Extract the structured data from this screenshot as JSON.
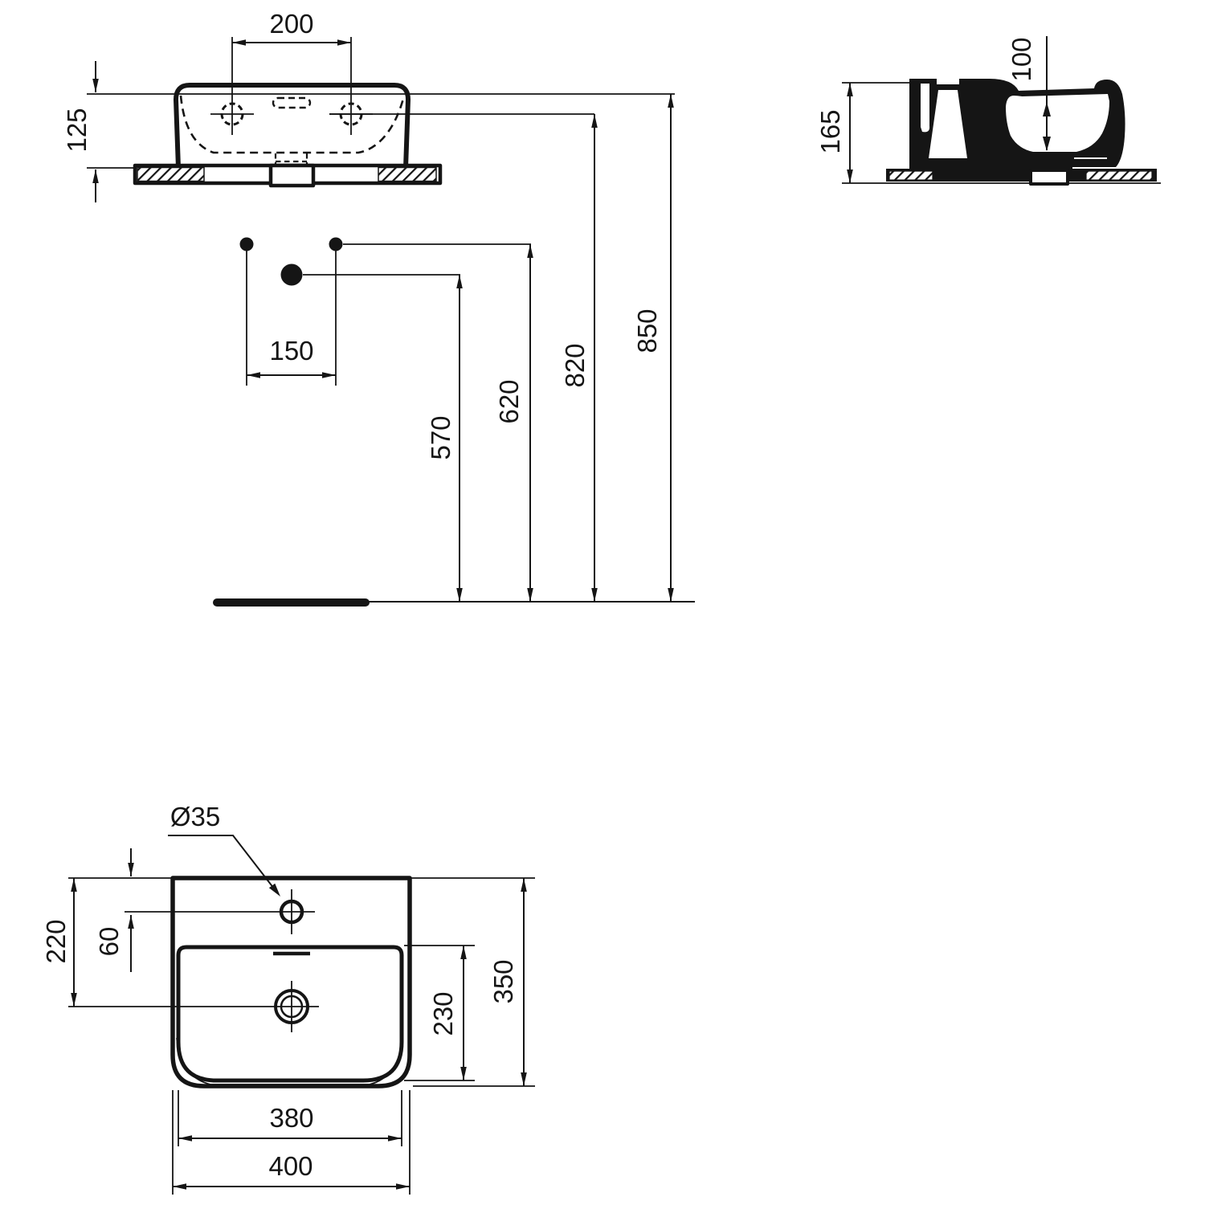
{
  "drawing_labels": {
    "front": {
      "tap_hole_spacing": "200",
      "rim_to_shelf_height": "125",
      "fixing_hole_spacing": "150",
      "drain_height": "570",
      "fixing_height": "620",
      "tap_hole_height": "820",
      "rim_height": "850"
    },
    "side": {
      "total_depth_height": "165",
      "bowl_depth": "100"
    },
    "plan": {
      "faucet_hole_diameter": "Ø35",
      "hole_offset": "60",
      "drain_offset": "220",
      "bowl_depth_front": "230",
      "overall_depth": "350",
      "bowl_width": "380",
      "overall_width": "400"
    }
  },
  "colors": {
    "ink": "#151515",
    "paper": "#ffffff"
  }
}
